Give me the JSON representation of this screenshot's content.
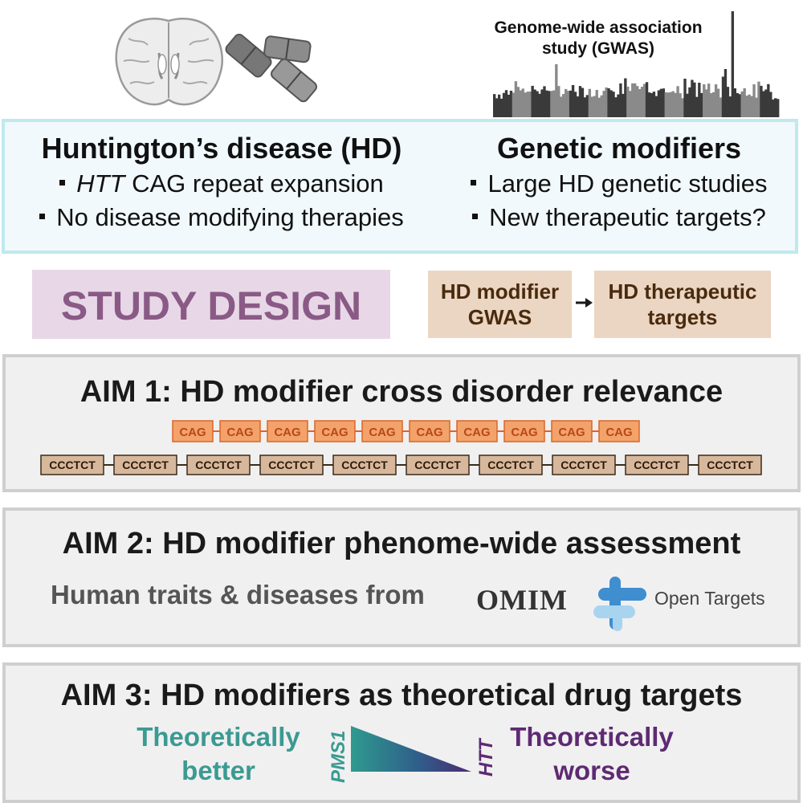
{
  "header": {
    "gwas_title_line1": "Genome-wide association",
    "gwas_title_line2": "study (GWAS)"
  },
  "intro": {
    "hd": {
      "title": "Huntington’s disease (HD)",
      "bullet1_gene": "HTT",
      "bullet1_text": " CAG repeat expansion",
      "bullet2": "No disease modifying therapies"
    },
    "modifiers": {
      "title": "Genetic modifiers",
      "bullet1": "Large HD genetic studies",
      "bullet2": "New therapeutic targets?"
    }
  },
  "study_design": {
    "label": "STUDY DESIGN",
    "flow_from_line1": "HD modifier",
    "flow_from_line2": "GWAS",
    "flow_to_line1": "HD therapeutic",
    "flow_to_line2": "targets"
  },
  "aim1": {
    "title": "AIM 1: HD modifier cross disorder relevance",
    "repeat_top": "CAG",
    "repeat_bottom": "CCCTCT",
    "top_count": 10,
    "bottom_count": 10
  },
  "aim2": {
    "title": "AIM 2: HD modifier phenome-wide assessment",
    "traits_label": "Human traits & diseases from",
    "omim_logo": "OMIM",
    "open_targets_logo": "Open Targets"
  },
  "aim3": {
    "title": "AIM 3: HD modifiers as theoretical drug targets",
    "better_line1": "Theoretically",
    "better_line2": "better",
    "worse_line1": "Theoretically",
    "worse_line2": "worse",
    "gene_left": "PMS1",
    "gene_right": "HTT"
  },
  "colors": {
    "intro_border": "#bfe9ef",
    "intro_bg": "#f1f9fc",
    "study_bg": "#e8d8e7",
    "study_text": "#8a5a86",
    "flow_bg": "#ead6c2",
    "cag_fill": "#f3a26a",
    "cag_stroke": "#d9662a",
    "ccctct_fill": "#d8b89c",
    "better": "#3b9a92",
    "worse": "#5e2a73"
  },
  "icons": {
    "brain": "brain-icon",
    "pills": "pills-icon",
    "gwas": "manhattan-plot-icon",
    "open_targets": "open-targets-logo-icon"
  }
}
